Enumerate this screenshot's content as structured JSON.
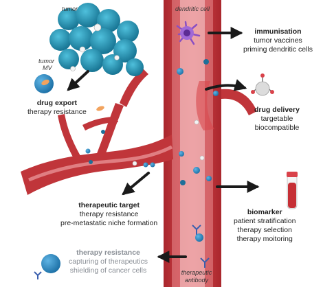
{
  "tags": {
    "tumor": "tumor",
    "tumor_mv_line1": "tumor",
    "tumor_mv_line2": "MV",
    "dendritic_cell": "dendritic cell",
    "therapeutic_antibody_line1": "therapeutic",
    "therapeutic_antibody_line2": "antibody"
  },
  "blocks": {
    "immunisation": {
      "title": "immunisation",
      "lines": [
        "tumor vaccines",
        "priming dendritic cells"
      ]
    },
    "drug_export": {
      "title": "drug export",
      "lines": [
        "therapy resistance"
      ]
    },
    "drug_delivery": {
      "title": "drug delivery",
      "lines": [
        "targetable",
        "biocompatible"
      ]
    },
    "therapeutic_target": {
      "title": "therapeutic target",
      "lines": [
        "therapy resistance",
        "pre-metastatic niche formation"
      ]
    },
    "biomarker": {
      "title": "biomarker",
      "lines": [
        "patient stratification",
        "therapy selection",
        "therapy moitoring"
      ]
    },
    "therapy_resistance": {
      "title": "therapy resistance",
      "lines": [
        "capturing of therapeutics",
        "shielding of cancer cells"
      ]
    }
  },
  "colors": {
    "vessel": "#c62f35",
    "vessel_light": "#e78a8f",
    "vessel_pale": "#f3c3c4",
    "tumor": "#1b8fb1",
    "vesicle": "#2b8ec1",
    "dendritic": "#8a4fc2",
    "arrow": "#1a1a1a",
    "grey_text": "#8a8f96"
  }
}
